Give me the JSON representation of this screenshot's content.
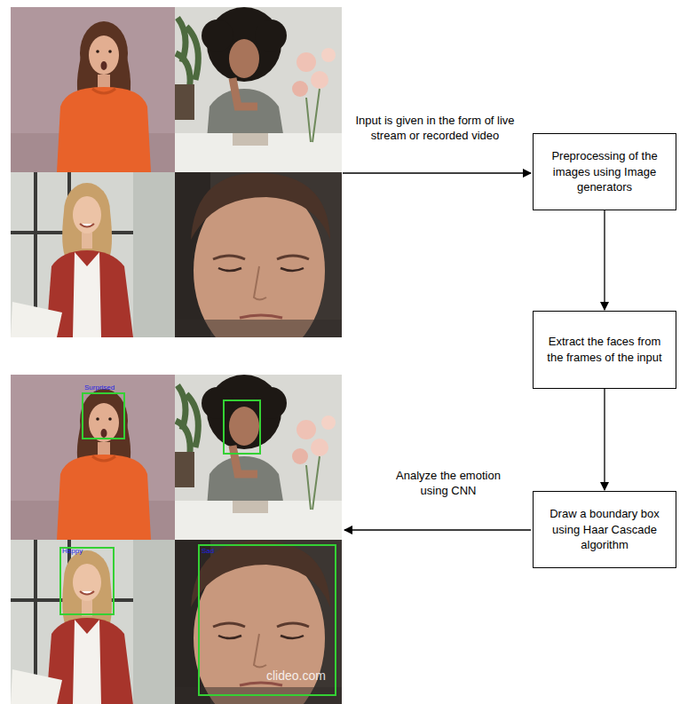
{
  "diagram": {
    "nodes": [
      {
        "text": [
          "Preprocessing of the images using Image generators"
        ]
      },
      {
        "text": [
          "Extract the faces from the frames of the input"
        ]
      },
      {
        "text": [
          "Draw a boundary box using Haar Cascade algorithm"
        ]
      }
    ],
    "edges": [
      {
        "from": 0,
        "to": 1,
        "arrow": "to"
      },
      {
        "from": 1,
        "to": 2,
        "arrow": "to"
      }
    ],
    "labels": [
      "Input is given in the form of live stream or recorded video",
      "Analyze the emotion using CNN",
      "Surprised",
      "Happy",
      "Sad",
      "clideo.com"
    ]
  }
}
